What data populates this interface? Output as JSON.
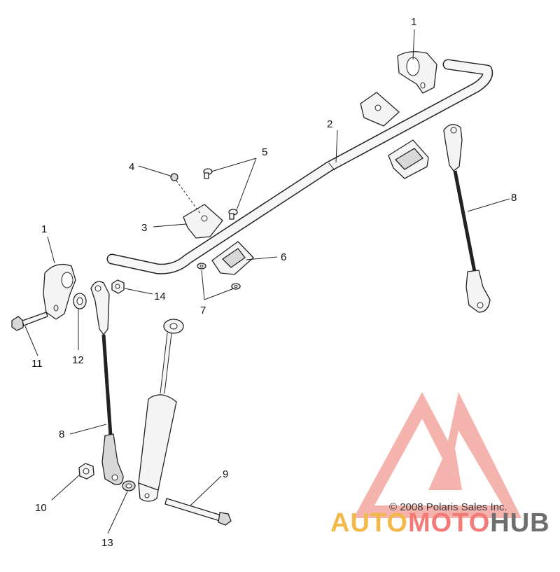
{
  "callouts": [
    {
      "id": "c1a",
      "text": "1"
    },
    {
      "id": "c1b",
      "text": "1"
    },
    {
      "id": "c2",
      "text": "2"
    },
    {
      "id": "c3",
      "text": "3"
    },
    {
      "id": "c4",
      "text": "4"
    },
    {
      "id": "c5",
      "text": "5"
    },
    {
      "id": "c6",
      "text": "6"
    },
    {
      "id": "c7",
      "text": "7"
    },
    {
      "id": "c8a",
      "text": "8"
    },
    {
      "id": "c8b",
      "text": "8"
    },
    {
      "id": "c9",
      "text": "9"
    },
    {
      "id": "c10",
      "text": "10"
    },
    {
      "id": "c11",
      "text": "11"
    },
    {
      "id": "c12",
      "text": "12"
    },
    {
      "id": "c13",
      "text": "13"
    },
    {
      "id": "c14",
      "text": "14"
    }
  ],
  "watermark": {
    "copyright": "© 2008 Polaris Sales Inc.",
    "brand_part1": "AUTO",
    "brand_part2": "MOTO",
    "brand_part3": "HUB",
    "logo_color": "#f29a94"
  }
}
